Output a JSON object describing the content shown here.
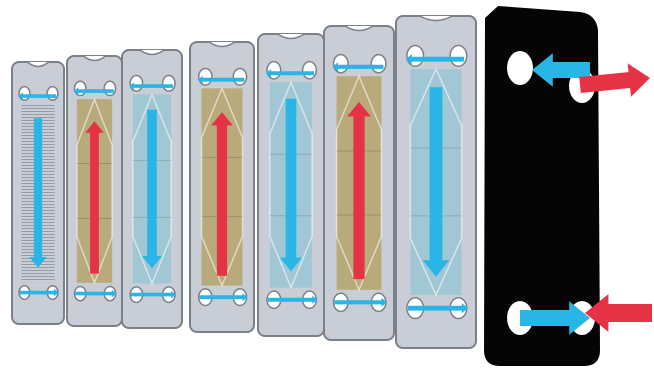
{
  "diagram": {
    "plates": [
      {
        "pattern": "hatched",
        "flow": "cold",
        "direction": "down"
      },
      {
        "pattern": "chevron",
        "flow": "hot",
        "direction": "up"
      },
      {
        "pattern": "chevron",
        "flow": "cold",
        "direction": "down"
      },
      {
        "pattern": "chevron",
        "flow": "hot",
        "direction": "up"
      },
      {
        "pattern": "chevron",
        "flow": "cold",
        "direction": "down"
      },
      {
        "pattern": "chevron",
        "flow": "hot",
        "direction": "up"
      },
      {
        "pattern": "chevron",
        "flow": "cold",
        "direction": "down"
      }
    ],
    "end_plate": {
      "color": "#050505"
    },
    "ports": [
      {
        "id": "cold-out",
        "fluid": "cold",
        "position": "top-left"
      },
      {
        "id": "hot-out",
        "fluid": "hot",
        "position": "top-right"
      },
      {
        "id": "cold-in",
        "fluid": "cold",
        "position": "bottom-left"
      },
      {
        "id": "hot-in",
        "fluid": "hot",
        "position": "bottom-right"
      }
    ],
    "colors": {
      "hot": "#e53245",
      "cold": "#29b5e6",
      "plate_frame": "#c9cdd5",
      "plate_edge": "#7b8089",
      "hot_panel": "#b7a876",
      "cold_panel": "#9fc6d4",
      "hatched_panel": "#8f939b",
      "end_plate": "#050505"
    },
    "icons": [
      "plate-icon",
      "arrow-icon"
    ]
  }
}
